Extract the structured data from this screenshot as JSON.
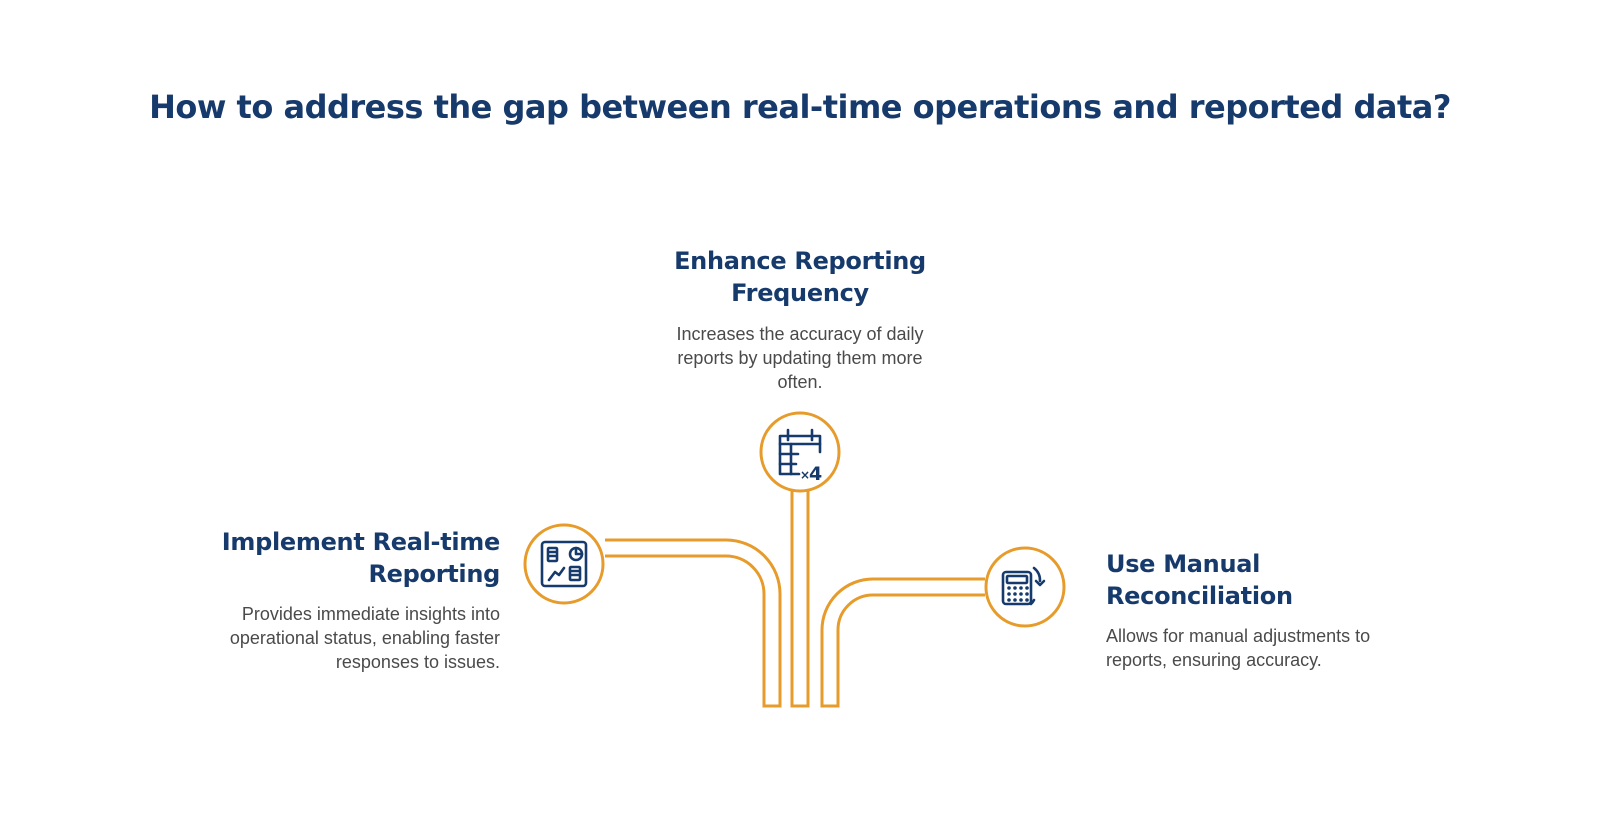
{
  "title": "How to address the gap between real-time operations and reported data?",
  "colors": {
    "title": "#163a6b",
    "heading": "#163a6b",
    "text": "#4a4a4a",
    "accent": "#e69b2b",
    "icon": "#163a6b"
  },
  "options": [
    {
      "id": "real-time",
      "heading": "Implement Real-time Reporting",
      "description": "Provides immediate insights into operational status, enabling faster responses to issues.",
      "icon": "dashboard-icon"
    },
    {
      "id": "frequency",
      "heading": "Enhance Reporting Frequency",
      "description": "Increases the accuracy of daily reports by updating them more often.",
      "icon": "calendar-x4-icon"
    },
    {
      "id": "manual",
      "heading": "Use Manual Reconciliation",
      "description": "Allows for manual adjustments to reports, ensuring accuracy.",
      "icon": "calculator-refresh-icon"
    }
  ]
}
